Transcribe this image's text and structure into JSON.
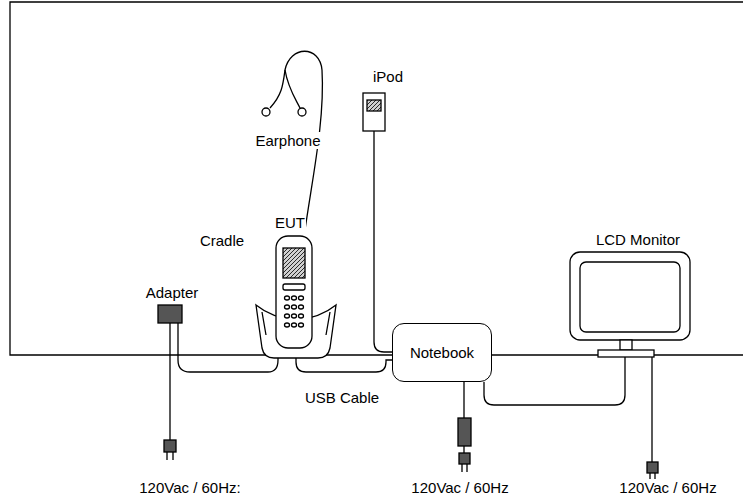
{
  "diagram": {
    "nodes": [
      {
        "text": [
          "Notebook"
        ]
      }
    ],
    "labels": [
      "Earphone",
      "iPod",
      "Cradle",
      "EUT",
      "Adapter",
      "LCD Monitor",
      "USB Cable",
      "120Vac / 60Hz:",
      "120Vac / 60Hz",
      "120Vac / 60Hz"
    ]
  }
}
